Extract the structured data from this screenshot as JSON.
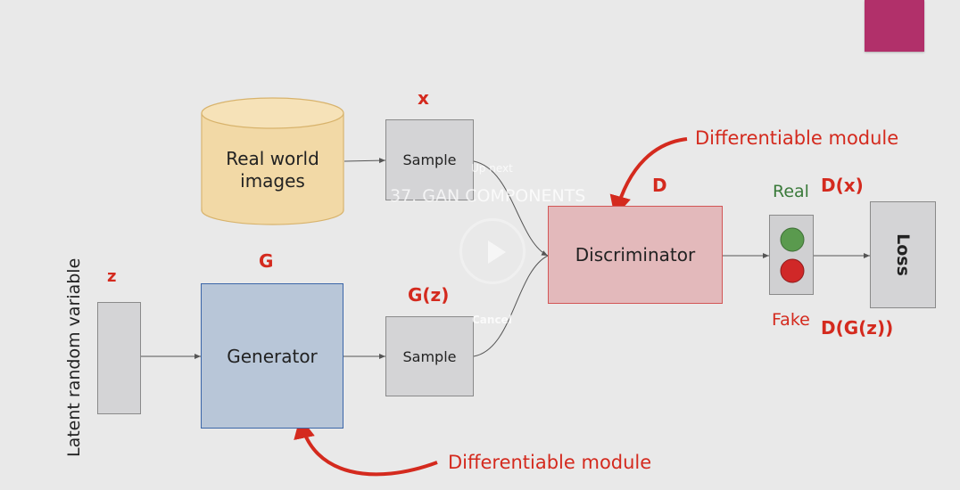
{
  "cylinder": {
    "label_line1": "Real world",
    "label_line2": "images"
  },
  "sample_top": {
    "label": "Sample",
    "tag": "x"
  },
  "sample_bottom": {
    "label": "Sample",
    "tag": "G(z)"
  },
  "generator": {
    "label": "Generator",
    "tag": "G"
  },
  "discriminator": {
    "label": "Discriminator",
    "tag": "D"
  },
  "latent": {
    "label": "Latent random variable",
    "tag": "z"
  },
  "traffic_light": {
    "real_label": "Real",
    "fake_label": "Fake",
    "real_output": "D(x)",
    "fake_output": "D(G(z))"
  },
  "loss": {
    "label": "Loss"
  },
  "annotations": {
    "top": "Differentiable module",
    "bottom": "Differentiable module"
  },
  "video_overlay": {
    "up_next": "Up next",
    "title": "37. GAN COMPONENTS",
    "cancel": "Cancel"
  },
  "colors": {
    "accent": "#b1306a",
    "annotation_red": "#d42a1e",
    "generator_fill": "#b8c6d8",
    "discriminator_fill": "#e3b9bb",
    "cylinder_fill": "#f2d9a6",
    "light_green": "#5a9a4e",
    "light_red": "#d02828"
  }
}
